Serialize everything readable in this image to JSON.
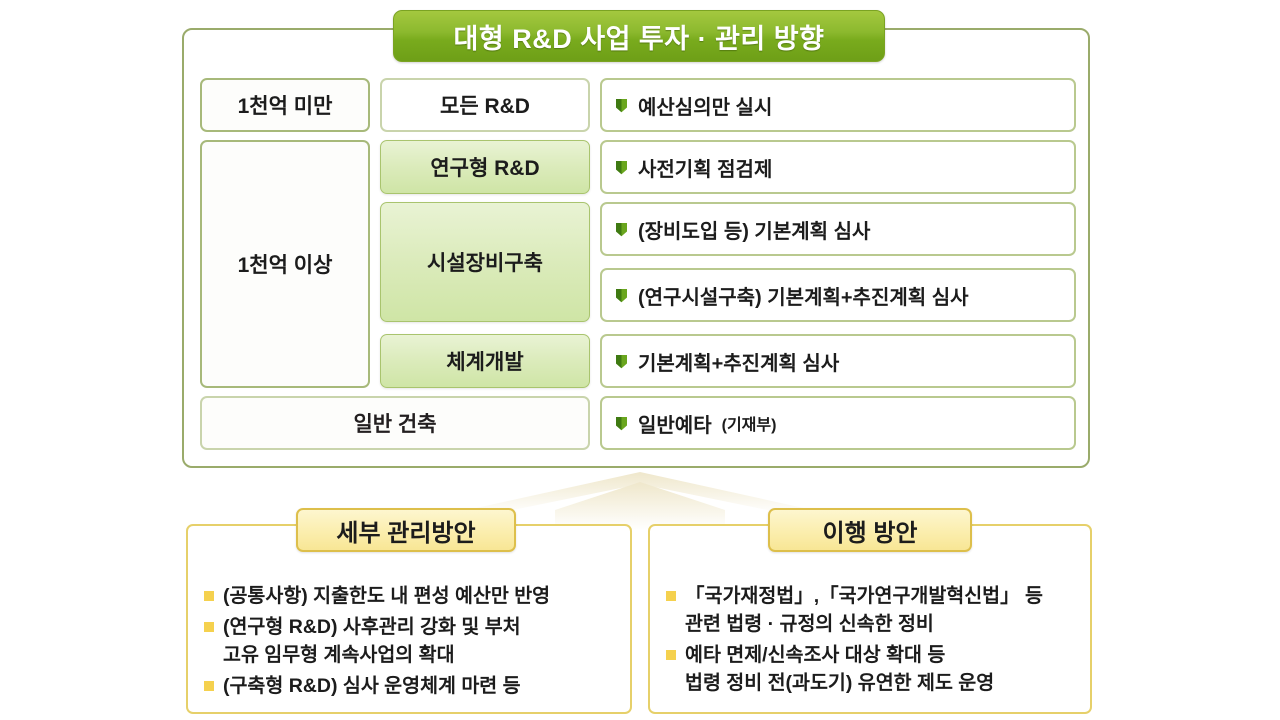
{
  "main": {
    "title": "대형 R&D 사업 투자 · 관리 방향",
    "rows": [
      {
        "amount": "1천억 미만",
        "type": "모든 R&D",
        "type_style": "plain",
        "action": "예산심의만 실시",
        "action_sub": ""
      },
      {
        "amount": "1천억 이상",
        "type": "연구형 R&D",
        "type_style": "green",
        "action": "사전기획 점검제",
        "action_sub": ""
      },
      {
        "amount": "",
        "type": "시설장비구축",
        "type_style": "green",
        "action": "(장비도입 등) 기본계획 심사",
        "action_sub": ""
      },
      {
        "amount": "",
        "type": "",
        "type_style": "",
        "action": "(연구시설구축) 기본계획+추진계획  심사",
        "action_sub": ""
      },
      {
        "amount": "",
        "type": "체계개발",
        "type_style": "green",
        "action": "기본계획+추진계획  심사",
        "action_sub": ""
      },
      {
        "amount": "일반 건축",
        "type": "",
        "type_style": "wide",
        "action": "일반예타",
        "action_sub": "(기재부)"
      }
    ]
  },
  "bottom": {
    "left": {
      "badge": "세부 관리방안",
      "items": [
        "(공통사항) 지출한도 내 편성 예산만 반영",
        "(연구형 R&D) 사후관리 강화 및 부처\n고유 임무형 계속사업의 확대",
        "(구축형 R&D) 심사 운영체계 마련 등"
      ]
    },
    "right": {
      "badge": "이행 방안",
      "items": [
        "「국가재정법」,「국가연구개발혁신법」 등\n관련 법령 · 규정의 신속한 정비",
        "예타 면제/신속조사 대상 확대 등\n법령 정비 전(과도기) 유연한 제도 운영"
      ]
    }
  },
  "icons": {
    "bullet": "shield-bullet-icon",
    "square": "square-bullet-icon",
    "arrow": "up-arrow-icon"
  },
  "colors": {
    "accent_green": "#8cb92e",
    "border_green": "#9aab6b",
    "light_green": "#dbebbb",
    "accent_yellow": "#f5d14e",
    "border_yellow": "#e6d06a",
    "badge_yellow": "#fbeeae",
    "arrow_cream": "#f2ead0"
  }
}
